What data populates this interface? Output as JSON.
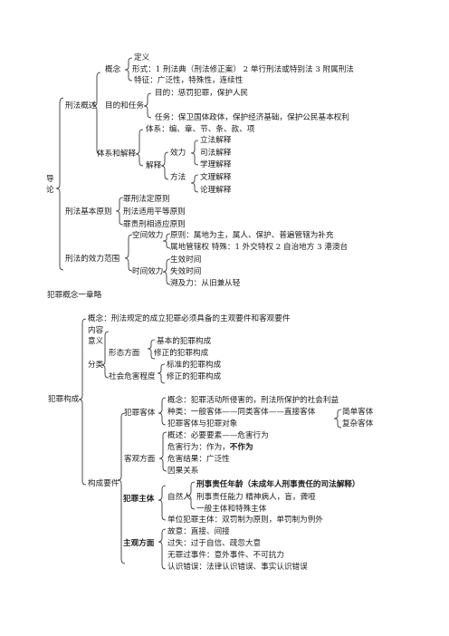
{
  "intro": {
    "root_char1": "导",
    "root_char2": "论",
    "overview": {
      "label": "刑法概述",
      "concept": {
        "label": "概念",
        "definition": "定义",
        "form": "形式：1  刑法典（刑法修正案） 2  单行刑法或特别法 3  附属刑法",
        "features": "特征：广泛性，特殊性，连续性"
      },
      "purpose": {
        "label": "目的和任务",
        "goal": "目的：惩罚犯罪，保护人民",
        "task": "任务：保卫国体政体，保护经济基础，保护公民基本权利"
      },
      "system": {
        "label": "体系和解释",
        "structure": "体系：编、章、节、条、款、项",
        "interpretation_label": "解释",
        "effect_label": "效力",
        "effect_items": [
          "立法解释",
          "司法解释",
          "学理解释"
        ],
        "method_label": "方法",
        "method_items": [
          "文理解释",
          "论理解释"
        ]
      }
    },
    "principles": {
      "label": "刑法基本原则",
      "items": [
        "罪刑法定原则",
        "刑法适用平等原则",
        "罪责刑相适应原则"
      ]
    },
    "scope": {
      "label": "刑法的效力范围",
      "space_label": "空间效力",
      "space_items": [
        "原则：属地为主，属人、保护、普遍管辖为补充",
        "属地管辖权 特殊：1 外交特权 2 自治地方 3 港澳台"
      ],
      "time_label": "时间效力",
      "time_items": [
        "生效时间",
        "失效时间",
        "溯及力：从旧兼从轻"
      ]
    }
  },
  "chapter_title": "犯罪概念一章略",
  "constitution": {
    "label": "犯罪构成",
    "concept": "概念：刑法规定的成立犯罪必须具备的主观要件和客观要件",
    "content": "内容",
    "meaning": "意义",
    "classification": {
      "label": "分类",
      "form_label": "形态方面",
      "form_items": [
        "基本的犯罪构成",
        "修正的犯罪构成"
      ],
      "social_label": "社会危害程度",
      "social_items": [
        "标准的犯罪构成",
        "修正的犯罪构成"
      ]
    },
    "elements": {
      "label": "构成要件",
      "object": {
        "label": "犯罪客体",
        "concept": "概念：犯罪活动所侵害的，刑法所保护的社会利益",
        "types": "种类：一般客体——同类客体——直接客体",
        "direct_items": [
          "简单客体",
          "复杂客体"
        ],
        "relation": "犯罪客体与犯罪对象"
      },
      "objective": {
        "label": "客观方面",
        "overview": "概述：必要要素——危害行为",
        "act_prefix": "危害行为：作为，",
        "act_bold": "不作为",
        "result": "危害结果：广泛性",
        "causation": "因果关系"
      },
      "subject": {
        "label": "犯罪主体",
        "natural_label": "自然人",
        "age": "刑事责任年龄（未成年人刑事责任的司法解释）",
        "capacity": "刑事责任能力 精神病人，盲，聋哑",
        "general": "一般主体和特殊主体",
        "unit": "单位犯罪主体：双罚制为原则，单罚制为例外"
      },
      "subjective": {
        "label": "主观方面",
        "intent": "故意：直接、间接",
        "negligence": "过失：过于自信、疏忽大意",
        "no_fault": "无罪过事件：意外事件、不可抗力",
        "mistake": "认识错误：法律认识错误、事实认识错误"
      }
    }
  }
}
